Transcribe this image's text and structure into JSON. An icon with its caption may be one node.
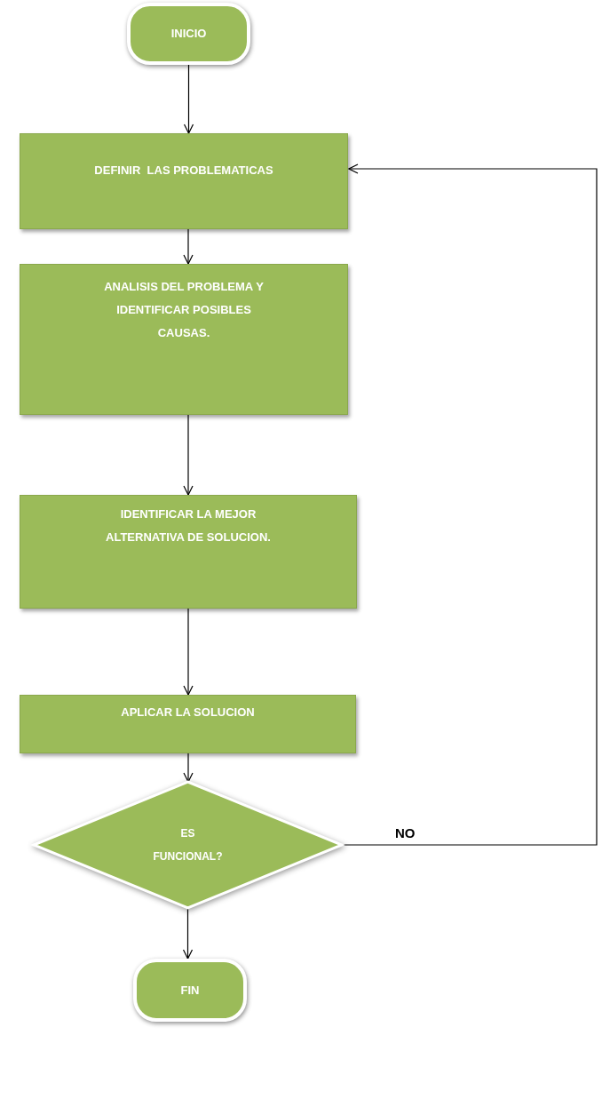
{
  "diagram": {
    "nodes": [
      {
        "text": [
          "INICIO"
        ]
      },
      {
        "text": [
          "DEFINIR  LAS PROBLEMATICAS"
        ]
      },
      {
        "text": [
          "ANALISIS DEL PROBLEMA Y IDENTIFICAR POSIBLES CAUSAS."
        ]
      },
      {
        "text": [
          "IDENTIFICAR LA MEJOR ALTERNATIVA DE SOLUCION."
        ]
      },
      {
        "text": [
          "APLICAR LA SOLUCION"
        ]
      },
      {
        "text": [
          "ES FUNCIONAL?"
        ]
      },
      {
        "text": [
          "FIN"
        ]
      }
    ],
    "edges": [
      {
        "from": 0,
        "to": 1,
        "arrow": "to"
      },
      {
        "from": 1,
        "to": 2,
        "arrow": "to"
      },
      {
        "from": 2,
        "to": 3,
        "arrow": "to"
      },
      {
        "from": 3,
        "to": 4,
        "arrow": "to"
      },
      {
        "from": 4,
        "to": 5,
        "arrow": "to"
      },
      {
        "from": 5,
        "to": 6,
        "arrow": "to"
      },
      {
        "from": 5,
        "to": 1,
        "arrow": "to",
        "label": "NO"
      }
    ]
  }
}
